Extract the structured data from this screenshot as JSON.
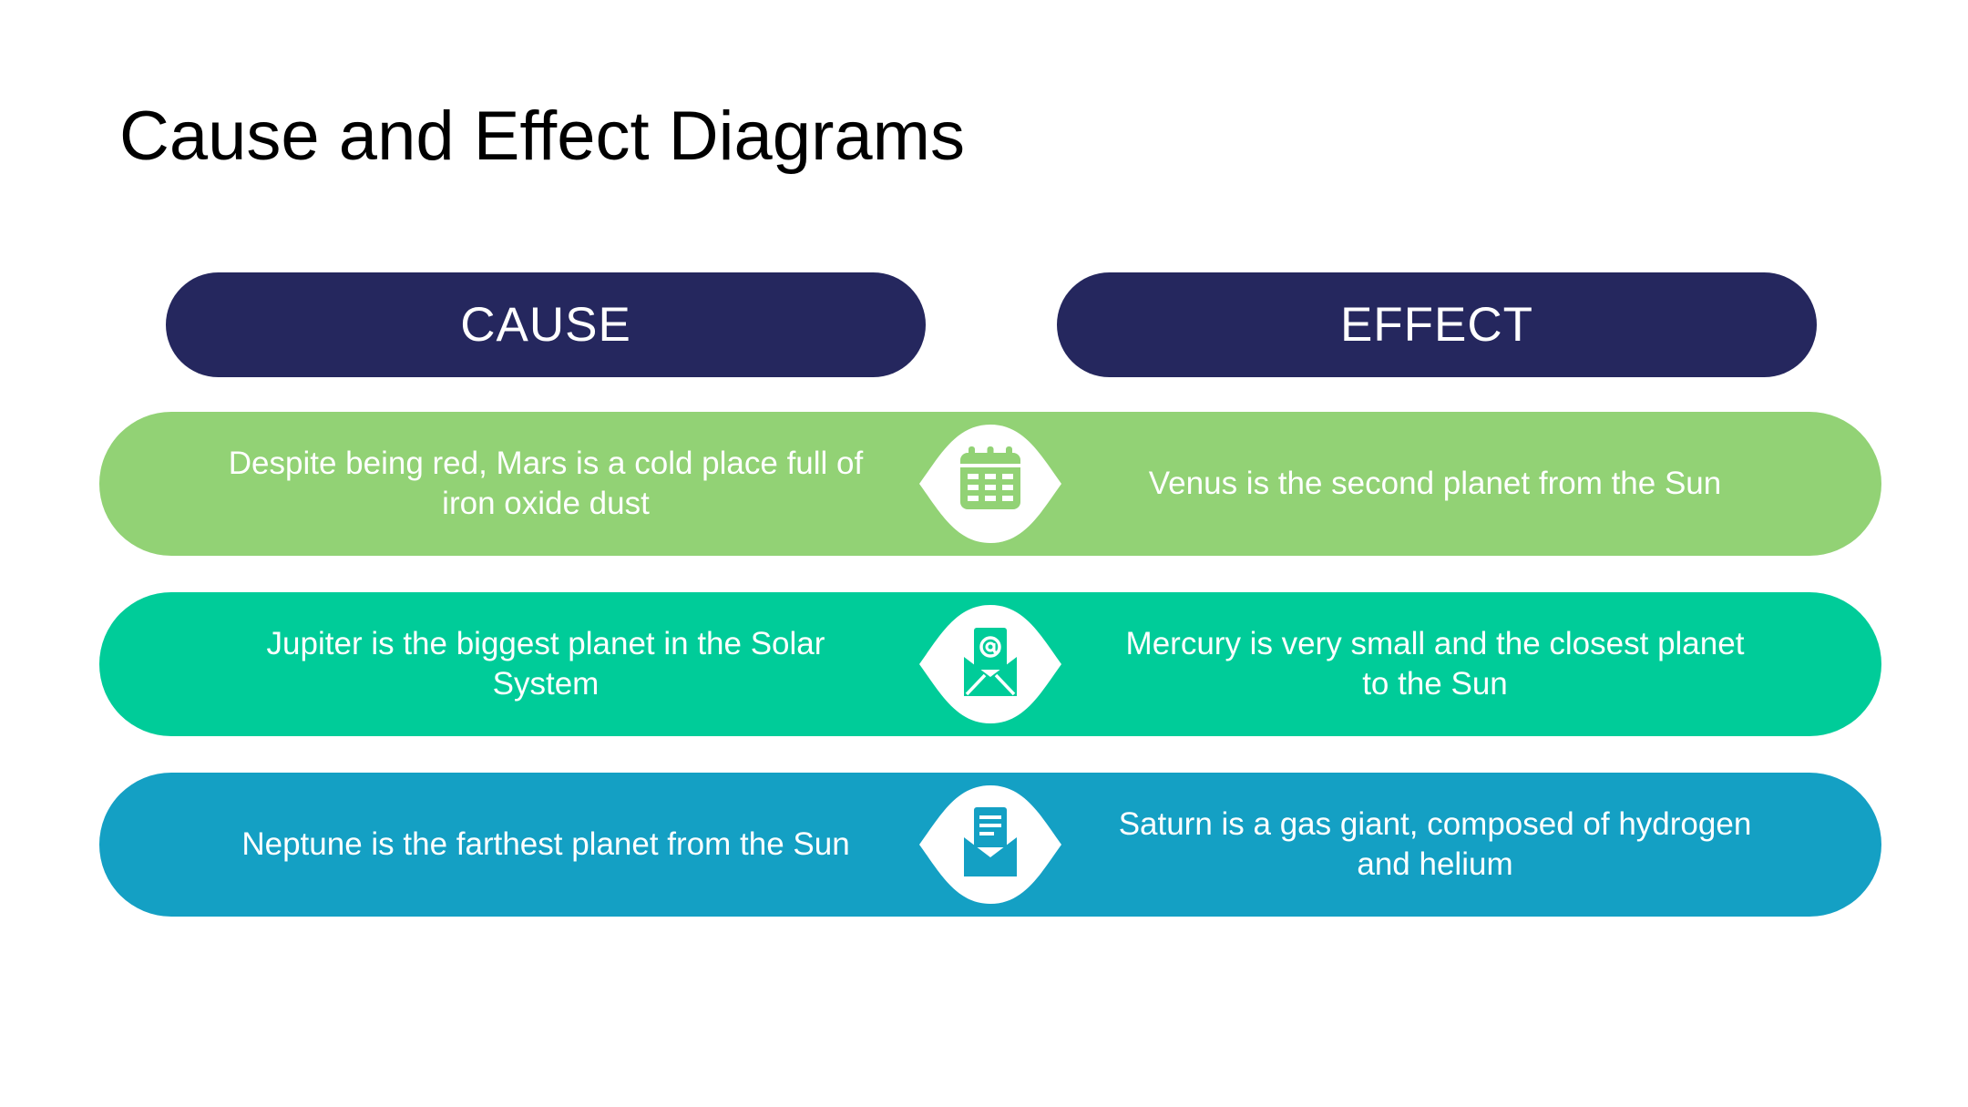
{
  "title": "Cause and Effect Diagrams",
  "headers": {
    "cause": "CAUSE",
    "effect": "EFFECT",
    "color": "#25275E"
  },
  "rows": [
    {
      "cause": "Despite being red, Mars is a cold place full of iron oxide dust",
      "effect": "Venus is the second planet from the Sun",
      "icon": "calendar-icon",
      "color": "#92D275"
    },
    {
      "cause": "Jupiter is the biggest planet in the Solar System",
      "effect": "Mercury is very small and the closest planet to the Sun",
      "icon": "email-at-icon",
      "color": "#00CC99"
    },
    {
      "cause": "Neptune is the farthest planet from the Sun",
      "effect": "Saturn is a gas giant, composed of hydrogen and helium",
      "icon": "mail-document-icon",
      "color": "#14A0C4"
    }
  ]
}
